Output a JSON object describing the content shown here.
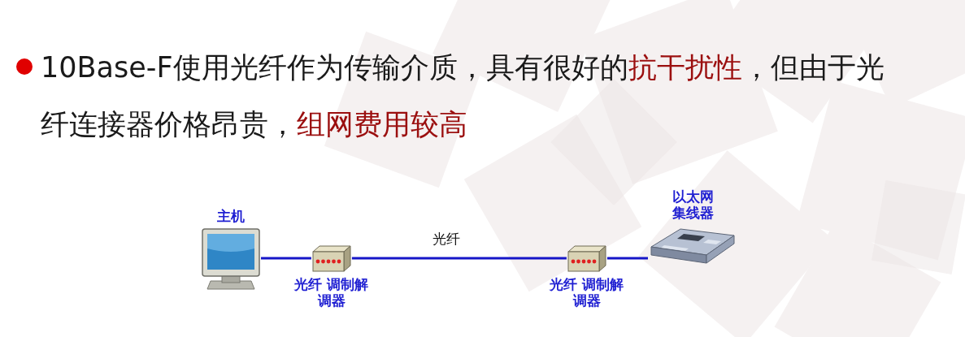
{
  "diagram": {
    "nodes": [
      {
        "text": [
          "主机"
        ]
      },
      {
        "text": [
          "光纤 调制解调器"
        ]
      },
      {
        "text": [
          "光纤 调制解调器"
        ]
      },
      {
        "text": [
          "以太网 集线器"
        ]
      }
    ],
    "edges": [
      {
        "from": 0,
        "to": 1,
        "arrow": "none"
      },
      {
        "from": 1,
        "to": 2,
        "arrow": "none",
        "label": "光纤"
      },
      {
        "from": 2,
        "to": 3,
        "arrow": "none"
      }
    ],
    "labels": [
      "10Base-F使用光纤作为传输介质，具有很好的",
      "抗干扰性",
      "，但由于光",
      "纤连接器价格昂贵，",
      "组网费用较高"
    ]
  }
}
